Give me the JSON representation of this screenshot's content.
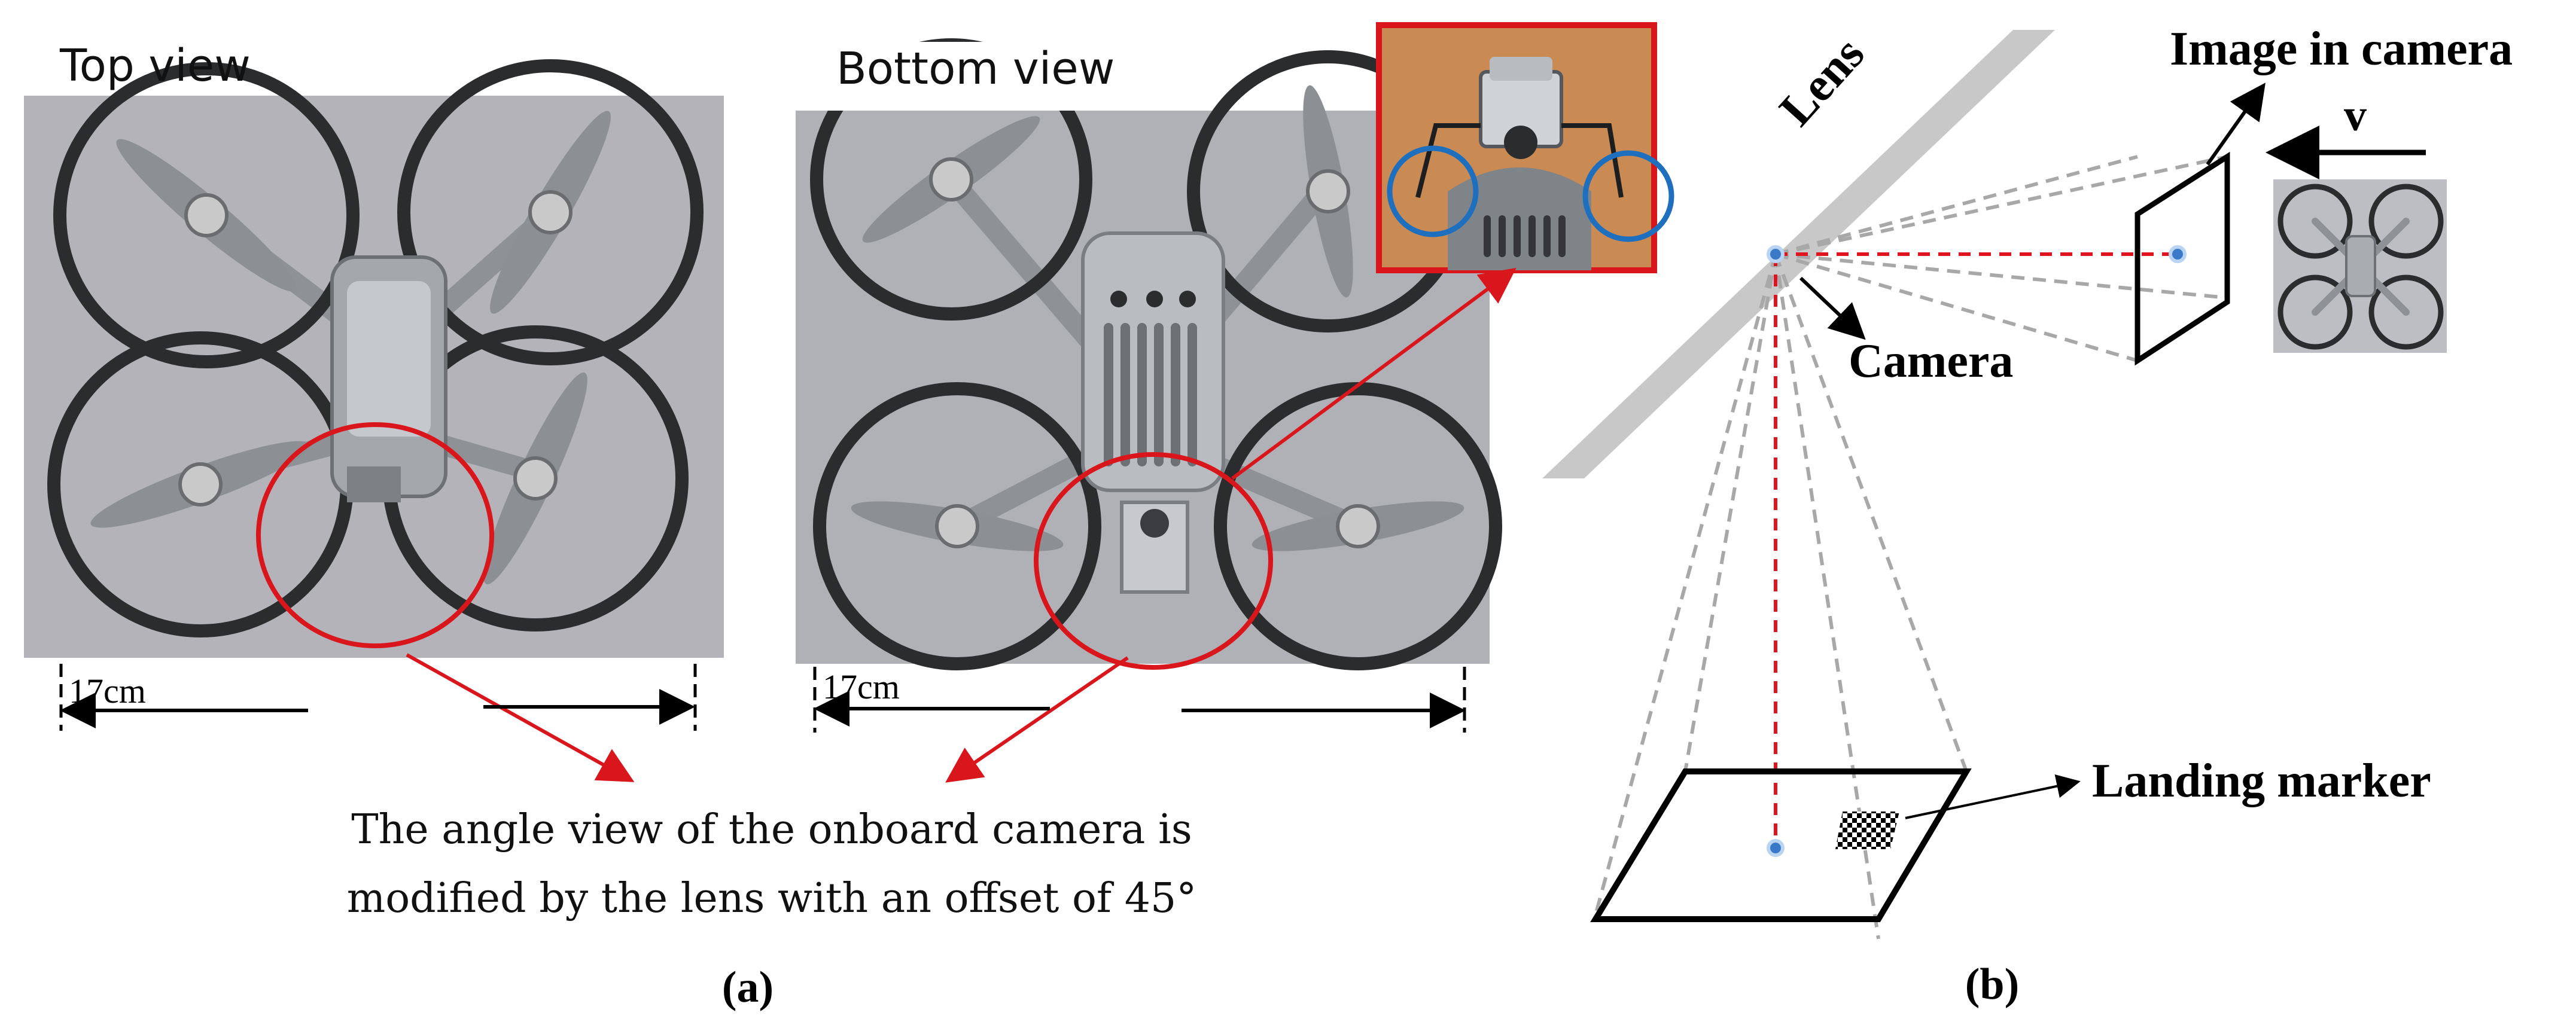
{
  "panel_a": {
    "top_view": {
      "label": "Top view",
      "scale": "17cm"
    },
    "bottom_view": {
      "label": "Bottom view",
      "scale": "17cm"
    },
    "caption_line1": "The angle view of the onboard camera is",
    "caption_line2": "modified by the lens  with an offset of 45°",
    "tag": "(a)"
  },
  "panel_b": {
    "lens_label": "Lens",
    "camera_label": "Camera",
    "image_label": "Image in camera",
    "velocity_label": "v",
    "marker_label": "Landing marker",
    "tag": "(b)"
  },
  "colors": {
    "photo_background": "#b3b3b9",
    "frame_red": "#d8161b",
    "circle_blue": "#1f6fbf",
    "ray_red": "#e0141e",
    "ray_gray": "#a8a8a8",
    "lens_gray": "#c8c8c8",
    "camera_dot": "#3a78c8"
  }
}
